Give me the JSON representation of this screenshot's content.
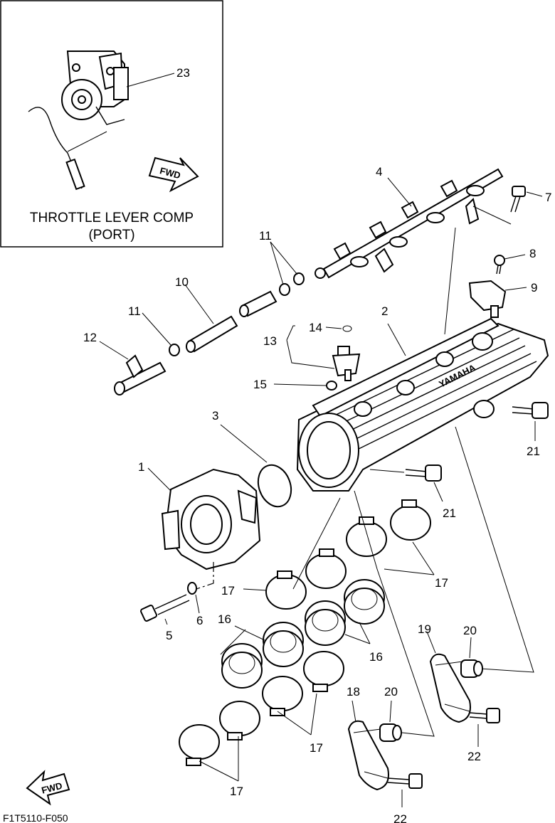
{
  "inset": {
    "title_line1": "THROTTLE LEVER COMP",
    "title_line2": "(PORT)",
    "fwd_label": "FWD",
    "part_number": "23"
  },
  "fwd_label_main": "FWD",
  "drawing_code": "F1T5110-F050",
  "callouts": {
    "c1": "1",
    "c2": "2",
    "c3": "3",
    "c4": "4",
    "c5": "5",
    "c6": "6",
    "c7": "7",
    "c8": "8",
    "c9": "9",
    "c10": "10",
    "c11a": "11",
    "c11b": "11",
    "c12": "12",
    "c13": "13",
    "c14": "14",
    "c15": "15",
    "c16a": "16",
    "c16b": "16",
    "c17a": "17",
    "c17b": "17",
    "c17c": "17",
    "c17d": "17",
    "c18": "18",
    "c19": "19",
    "c20a": "20",
    "c20b": "20",
    "c21a": "21",
    "c21b": "21",
    "c22a": "22",
    "c22b": "22"
  },
  "brand_text": "YAMAHA"
}
